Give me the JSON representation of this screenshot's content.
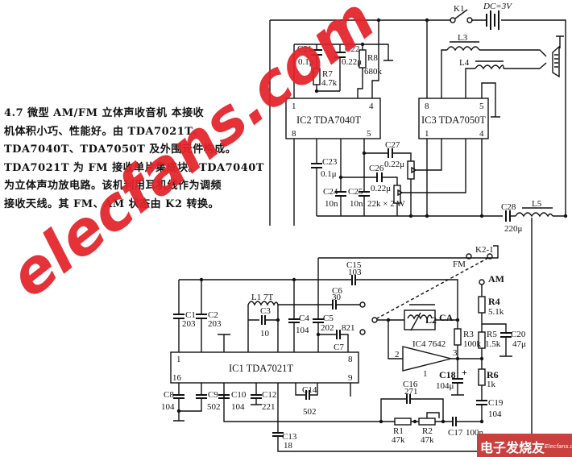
{
  "description": {
    "lines": [
      "4.7  微型 AM/FM 立体声收音机  本接收",
      "机体积小巧、性能好。由 TDA7021T、",
      "TDA7040T、TDA7050T 及外围元件构成。",
      "TDA7021T 为 FM 接收单片集成块。TDA7040T",
      "为立体声功放电路。该机利用耳机线作为调频",
      "接收天线。其 FM、AM 状态由 K2 转换。"
    ]
  },
  "circuit": {
    "switch_k1": "K1",
    "battery": "DC=3V",
    "ic2": {
      "name": "IC2  TDA7040T",
      "pin1": "1",
      "pin4": "4",
      "pin8": "8",
      "pin5": "5"
    },
    "ic3": {
      "name": "IC3  TDA7050T",
      "pin8": "8",
      "pin5": "5",
      "pin1": "1",
      "pin4": "4"
    },
    "ic1": {
      "name": "IC1  TDA7021T",
      "pin1": "1",
      "pin8": "8",
      "pin16": "16",
      "pin9": "9"
    },
    "ic4": {
      "name": "IC4 7642",
      "pin2": "2",
      "pin3": "3",
      "pin1": "1"
    },
    "c21": {
      "ref": "C21",
      "val": "0.1μ"
    },
    "c22": {
      "ref": "C22",
      "val": "0.22μ"
    },
    "r7": {
      "ref": "R7",
      "val": "4.7k"
    },
    "r8": {
      "ref": "R8",
      "val": "680k"
    },
    "c23": {
      "ref": "C23",
      "val": "0.1μ"
    },
    "c24": {
      "ref": "C24",
      "val": "10n"
    },
    "c25": {
      "ref": "C25",
      "val": "10n"
    },
    "c26": {
      "ref": "C26",
      "val": "0.22μ"
    },
    "c27": {
      "ref": "C27",
      "val": "0.22μ"
    },
    "pot_w": "22k × 2  W",
    "l3": "L3",
    "l4": "L4",
    "l5": "L5",
    "c28": {
      "ref": "C28",
      "val": "220μ"
    },
    "k2": "K2-1",
    "fm": "FM",
    "am": "AM",
    "c15": {
      "ref": "C15",
      "val": "103"
    },
    "c1": {
      "ref": "C1",
      "val": "203"
    },
    "c2": {
      "ref": "C2",
      "val": "203"
    },
    "l1": "L1  7T",
    "c3": {
      "ref": "C3",
      "val": "10"
    },
    "c6": {
      "ref": "C6",
      "val": "30"
    },
    "c4": {
      "ref": "C4",
      "val": "104"
    },
    "c5": {
      "ref": "C5",
      "val": "202"
    },
    "c7": {
      "ref": "C7",
      "val": "821"
    },
    "l2": "L2",
    "ca": "CA",
    "r3": {
      "ref": "R3",
      "val": "100k"
    },
    "r4": {
      "ref": "R4",
      "val": "5.1k"
    },
    "r5": {
      "ref": "R5",
      "val": "1.5k"
    },
    "c20": {
      "ref": "C20",
      "val": "47μ"
    },
    "r6": {
      "ref": "R6",
      "val": "1k"
    },
    "c18": {
      "ref": "C18",
      "val": "104μ",
      "plus": "+"
    },
    "c19": {
      "ref": "C19",
      "val": "104"
    },
    "c16": {
      "ref": "C16",
      "val": "271"
    },
    "r1": {
      "ref": "R1",
      "val": "47k"
    },
    "r2": {
      "ref": "R2",
      "val": "47k"
    },
    "c17": {
      "ref": "C17",
      "val": "100n"
    },
    "c8": {
      "ref": "C8",
      "val": "104"
    },
    "c9": {
      "ref": "C9",
      "val": "502"
    },
    "c10": {
      "ref": "C10",
      "val": "104"
    },
    "c12": {
      "ref": "C12",
      "val": "221"
    },
    "c14": {
      "ref": "C14",
      "val": "502"
    },
    "c13": {
      "ref": "C13",
      "val": "18"
    }
  },
  "watermark": "elecfans.com",
  "logo": {
    "cn": "电子发烧友",
    "en": "Elecfans.com"
  },
  "colors": {
    "watermark": "#e4222a",
    "logo_bg": "#c9403f"
  }
}
